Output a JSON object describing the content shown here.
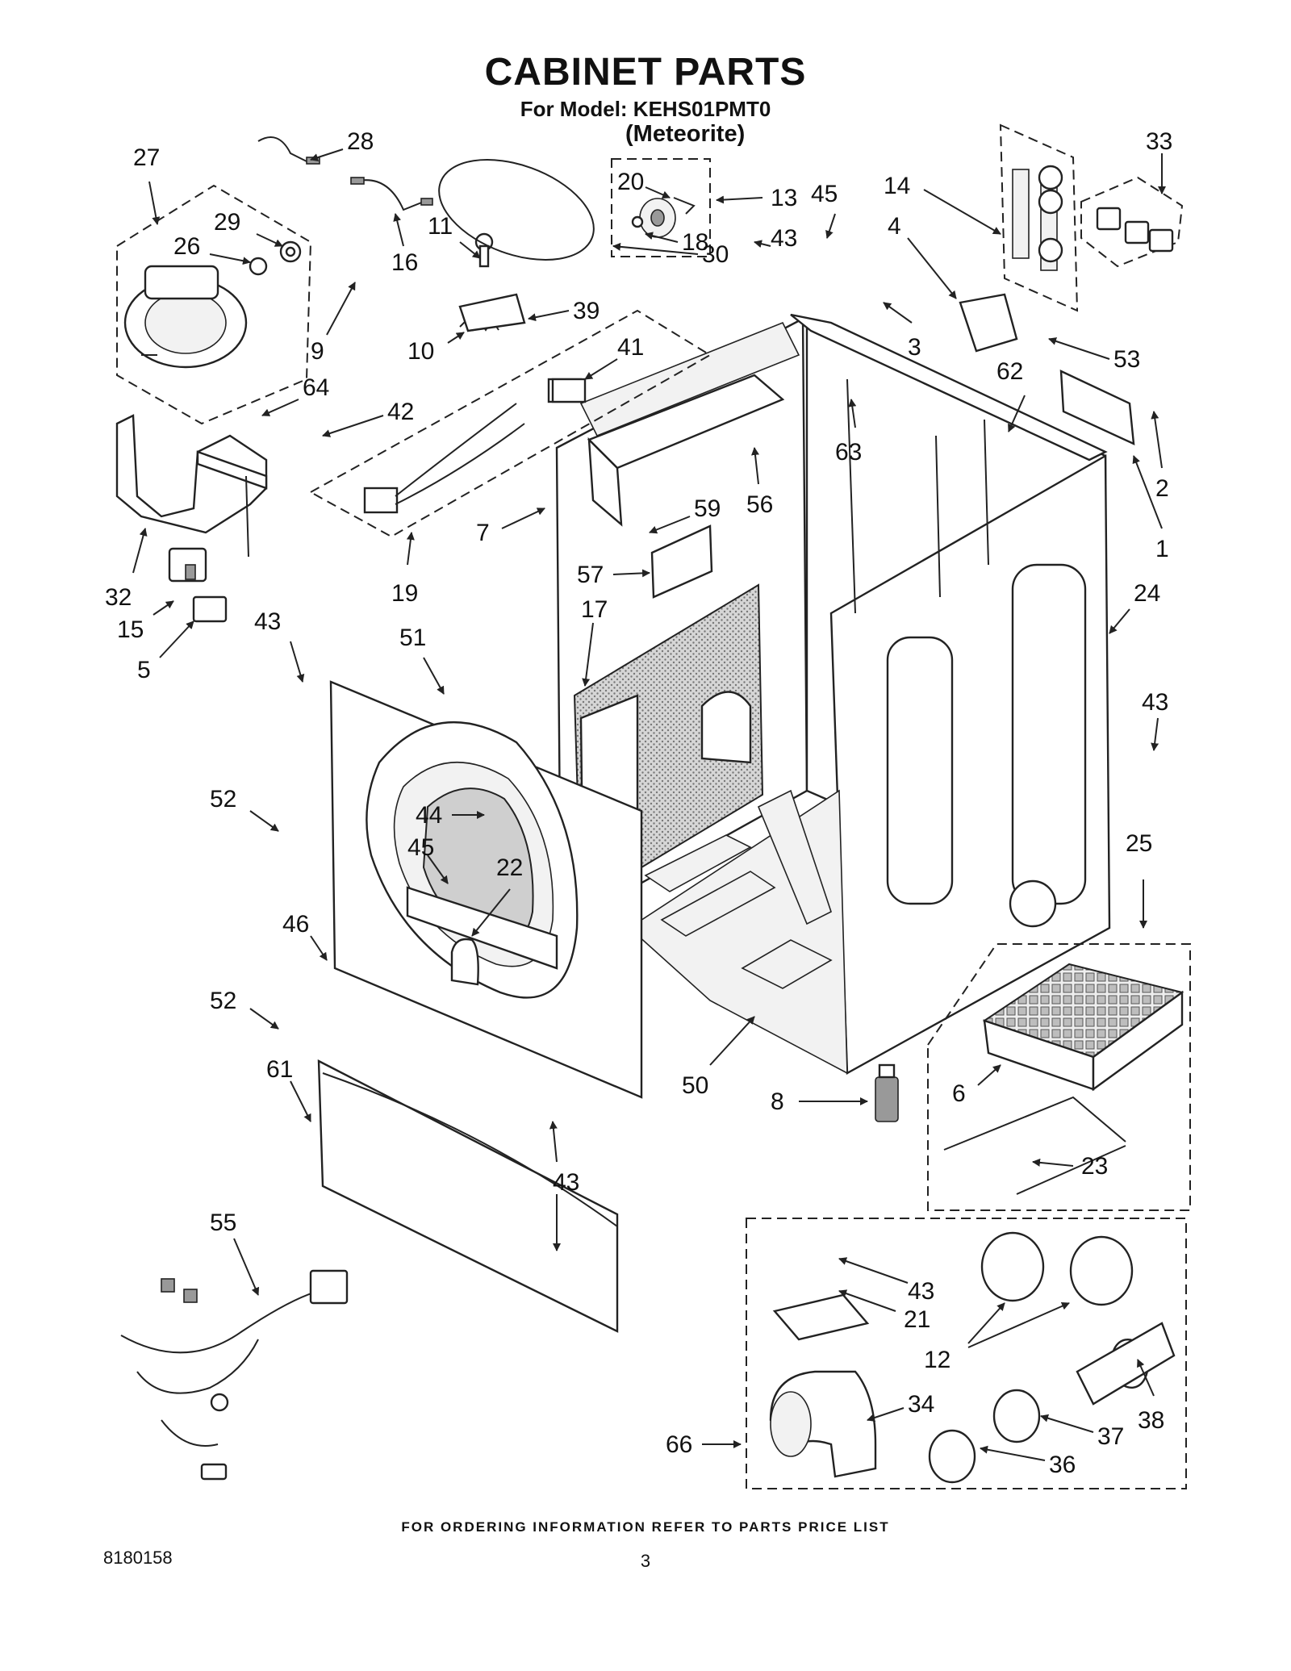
{
  "title": "CABINET PARTS",
  "subtitle": "For Model: KEHS01PMT0",
  "variant": "(Meteorite)",
  "footer_note": "FOR ORDERING INFORMATION REFER TO PARTS PRICE LIST",
  "document_number": "8180158",
  "page_number": "3",
  "callouts": [
    "1",
    "2",
    "3",
    "4",
    "5",
    "6",
    "7",
    "8",
    "9",
    "10",
    "11",
    "12",
    "13",
    "14",
    "15",
    "16",
    "17",
    "18",
    "19",
    "20",
    "21",
    "22",
    "23",
    "24",
    "25",
    "26",
    "27",
    "28",
    "29",
    "30",
    "32",
    "33",
    "34",
    "36",
    "37",
    "38",
    "39",
    "41",
    "42",
    "43",
    "44",
    "45",
    "46",
    "50",
    "51",
    "52",
    "53",
    "55",
    "56",
    "57",
    "59",
    "61",
    "62",
    "63",
    "64",
    "66"
  ]
}
